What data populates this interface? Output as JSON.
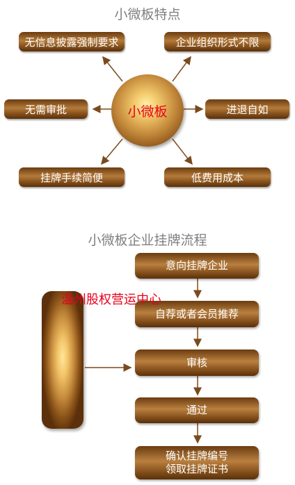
{
  "section1": {
    "title": "小微板特点",
    "center": "小微板",
    "features": {
      "top_left": "无信息披露强制要求",
      "top_right": "企业组织形式不限",
      "mid_left": "无需审批",
      "mid_right": "进退自如",
      "bottom_left": "挂牌手续简便",
      "bottom_right": "低费用成本"
    }
  },
  "section2": {
    "title": "小微板企业挂牌流程",
    "overlay_text": "温州股权营运中心",
    "steps": {
      "step1": "意向挂牌企业",
      "step2": "自荐或者会员推荐",
      "step3": "审核",
      "step4": "通过",
      "step5_line1": "确认挂牌编号",
      "step5_line2": "领取挂牌证书"
    }
  },
  "colors": {
    "box_brown": "#8c561f",
    "arrow": "#7a4a1e",
    "center_text": "#e8001a",
    "title_gray": "#7f7f7f"
  }
}
